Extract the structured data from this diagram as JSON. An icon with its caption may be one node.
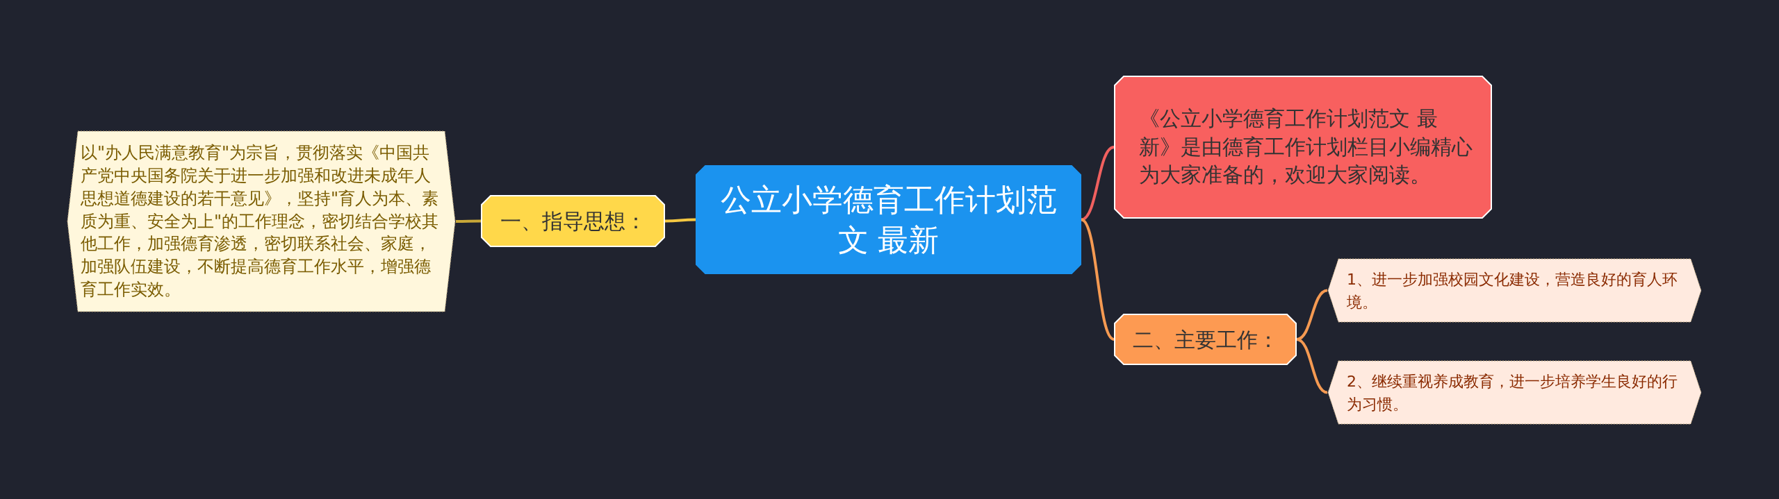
{
  "diagram": {
    "nodes": [
      {
        "text": [
          "公立小学德育工作计划范文 最新"
        ]
      },
      {
        "text": [
          "一、指导思想："
        ]
      },
      {
        "text": [
          "以\"办人民满意教育\"为宗旨，贯彻落实《中国共产党中央国务院关于进一步加强和改进未成年人思想道德建设的若干意见》，坚持\"育人为本、素质为重、安全为上\"的工作理念，密切结合学校其他工作，加强德育渗透，密切联系社会、家庭，加强队伍建设，不断提高德育工作水平，增强德育工作实效。"
        ]
      },
      {
        "text": [
          "《公立小学德育工作计划范文 最新》是由德育工作计划栏目小编精心为大家准备的，欢迎大家阅读。"
        ]
      },
      {
        "text": [
          "二、主要工作："
        ]
      },
      {
        "text": [
          "1、进一步加强校园文化建设，营造良好的育人环境。"
        ]
      },
      {
        "text": [
          "2、继续重视养成教育，进一步培养学生良好的行为习惯。"
        ]
      }
    ],
    "edges": [
      {
        "from": 0,
        "to": 1,
        "arrow": "none",
        "color": "#f5c842"
      },
      {
        "from": 1,
        "to": 2,
        "arrow": "none",
        "color": "#c9a838"
      },
      {
        "from": 0,
        "to": 3,
        "arrow": "none",
        "color": "#f0605f"
      },
      {
        "from": 0,
        "to": 4,
        "arrow": "none",
        "color": "#f59a52"
      },
      {
        "from": 4,
        "to": 5,
        "arrow": "none",
        "color": "#f59a52"
      },
      {
        "from": 4,
        "to": 6,
        "arrow": "none",
        "color": "#f59a52"
      }
    ]
  }
}
